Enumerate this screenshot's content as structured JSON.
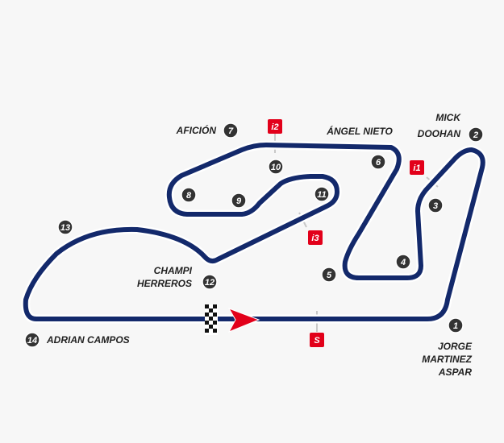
{
  "colors": {
    "track": "#13296b",
    "turn_marker": "#333333",
    "sector": "#e2001a",
    "background": "#f7f7f7"
  },
  "turns": [
    {
      "number": "1",
      "name_lines": [
        "JORGE",
        "MARTINEZ",
        "ASPAR"
      ]
    },
    {
      "number": "2",
      "name_lines": [
        "MICK",
        "DOOHAN"
      ]
    },
    {
      "number": "3",
      "name_lines": []
    },
    {
      "number": "4",
      "name_lines": []
    },
    {
      "number": "5",
      "name_lines": []
    },
    {
      "number": "6",
      "name_lines": [
        "ÁNGEL NIETO"
      ]
    },
    {
      "number": "7",
      "name_lines": [
        "AFICIÓN"
      ]
    },
    {
      "number": "8",
      "name_lines": []
    },
    {
      "number": "9",
      "name_lines": []
    },
    {
      "number": "10",
      "name_lines": []
    },
    {
      "number": "11",
      "name_lines": []
    },
    {
      "number": "12",
      "name_lines": [
        "CHAMPI",
        "HERREROS"
      ]
    },
    {
      "number": "13",
      "name_lines": []
    },
    {
      "number": "14",
      "name_lines": [
        "ADRIAN CAMPOS"
      ]
    }
  ],
  "sectors": [
    {
      "label": "S"
    },
    {
      "label": "i1"
    },
    {
      "label": "i2"
    },
    {
      "label": "i3"
    }
  ]
}
